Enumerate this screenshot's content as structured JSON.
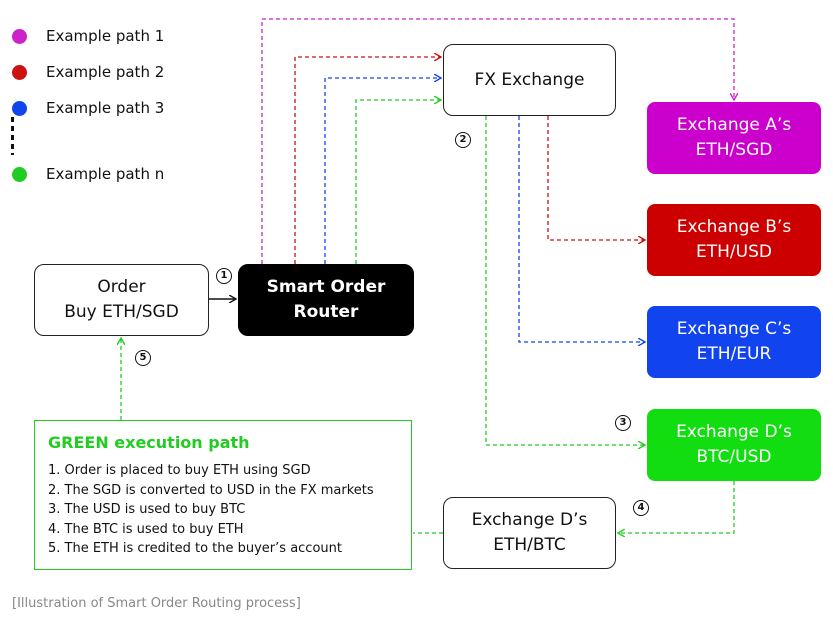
{
  "legend": [
    {
      "label": "Example path 1",
      "color": "#cc22cc"
    },
    {
      "label": "Example path 2",
      "color": "#cc1111"
    },
    {
      "label": "Example path 3",
      "color": "#1144ee"
    },
    {
      "label": "Example path n",
      "color": "#22cc22"
    }
  ],
  "nodes": {
    "order": {
      "line1": "Order",
      "line2": "Buy ETH/SGD"
    },
    "router": {
      "line1": "Smart Order",
      "line2": "Router"
    },
    "fx": {
      "label": "FX Exchange"
    },
    "exchange_a": {
      "line1": "Exchange A’s",
      "line2": "ETH/SGD",
      "color": "#cc00cc"
    },
    "exchange_b": {
      "line1": "Exchange B’s",
      "line2": "ETH/USD",
      "color": "#cc0000"
    },
    "exchange_c": {
      "line1": "Exchange C’s",
      "line2": "ETH/EUR",
      "color": "#1144ee"
    },
    "exchange_d_btcusd": {
      "line1": "Exchange D’s",
      "line2": "BTC/USD",
      "color": "#11dd11"
    },
    "exchange_d_ethbtc": {
      "line1": "Exchange D’s",
      "line2": "ETH/BTC"
    }
  },
  "steps": [
    "1",
    "2",
    "3",
    "4",
    "5"
  ],
  "green_panel": {
    "title": "GREEN execution path",
    "items": [
      "1. Order is placed to buy ETH using SGD",
      "2. The SGD is converted to USD in the FX markets",
      "3. The USD is used to buy BTC",
      "4. The BTC is used to buy ETH",
      "5. The ETH is credited to the buyer’s account"
    ]
  },
  "caption": "[Illustration of Smart Order Routing process]"
}
